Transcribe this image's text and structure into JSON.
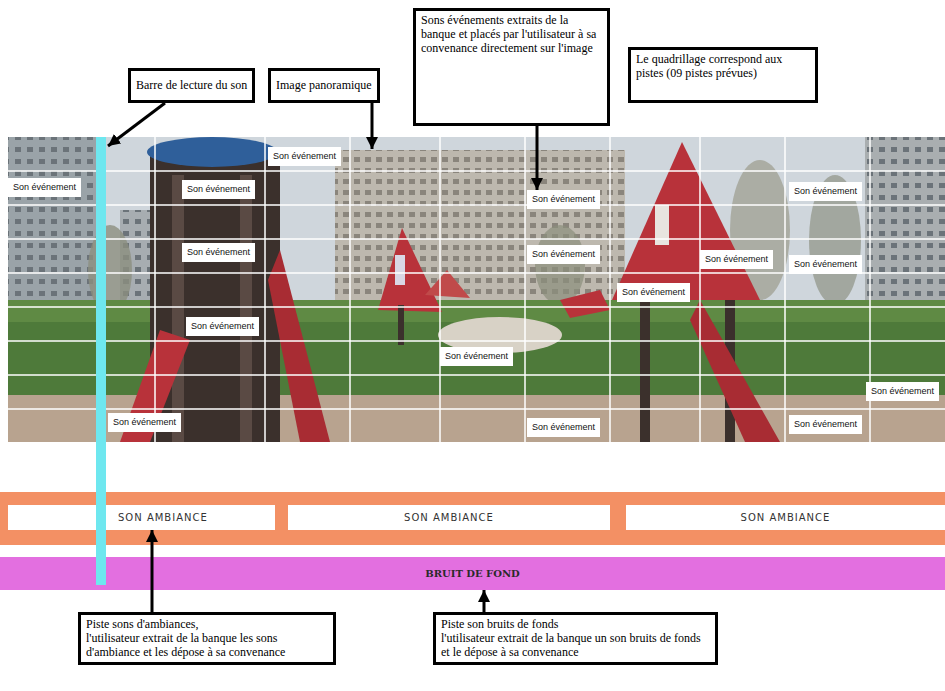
{
  "diagram": {
    "nodes": [
      {
        "text": [
          "Barre de lecture du son"
        ]
      },
      {
        "text": [
          "Image panoramique"
        ]
      },
      {
        "text": [
          "Sons événements extraits de la banque et placés par l'utilisateur à sa convenance directement sur l'image"
        ]
      },
      {
        "text": [
          "Le quadrillage correspond aux pistes (09 pistes prévues)"
        ]
      },
      {
        "text": [
          "Son événement"
        ]
      },
      {
        "text": [
          "Son événement"
        ]
      },
      {
        "text": [
          "Son événement"
        ]
      },
      {
        "text": [
          "Son événement"
        ]
      },
      {
        "text": [
          "Son événement"
        ]
      },
      {
        "text": [
          "Son événement"
        ]
      },
      {
        "text": [
          "Son événement"
        ]
      },
      {
        "text": [
          "Son événement"
        ]
      },
      {
        "text": [
          "Son événement"
        ]
      },
      {
        "text": [
          "Son événement"
        ]
      },
      {
        "text": [
          "Son événement"
        ]
      },
      {
        "text": [
          "Son événement"
        ]
      },
      {
        "text": [
          "Son événement"
        ]
      },
      {
        "text": [
          "Son événement"
        ]
      },
      {
        "text": [
          "Son événement"
        ]
      },
      {
        "text": [
          "Son événement"
        ]
      },
      {
        "text": [
          "SON AMBIANCE"
        ]
      },
      {
        "text": [
          "SON AMBIANCE"
        ]
      },
      {
        "text": [
          "SON AMBIANCE"
        ]
      },
      {
        "text": [
          "BRUIT DE FOND"
        ]
      },
      {
        "text": [
          "Piste sons d'ambiances,",
          "l'utilisateur extrait de la banque les sons d'ambiance et les dépose à sa convenance"
        ]
      },
      {
        "text": [
          "Piste son bruits de fonds",
          "l'utilisateur extrait de la banque un son bruits de fonds et le dépose à sa convenance"
        ]
      }
    ],
    "edges": [
      {
        "from": 2,
        "to": 8,
        "arrow": "to"
      },
      {
        "from": 24,
        "to": 20,
        "arrow": "to"
      },
      {
        "from": 25,
        "to": 23,
        "arrow": "to"
      }
    ]
  }
}
